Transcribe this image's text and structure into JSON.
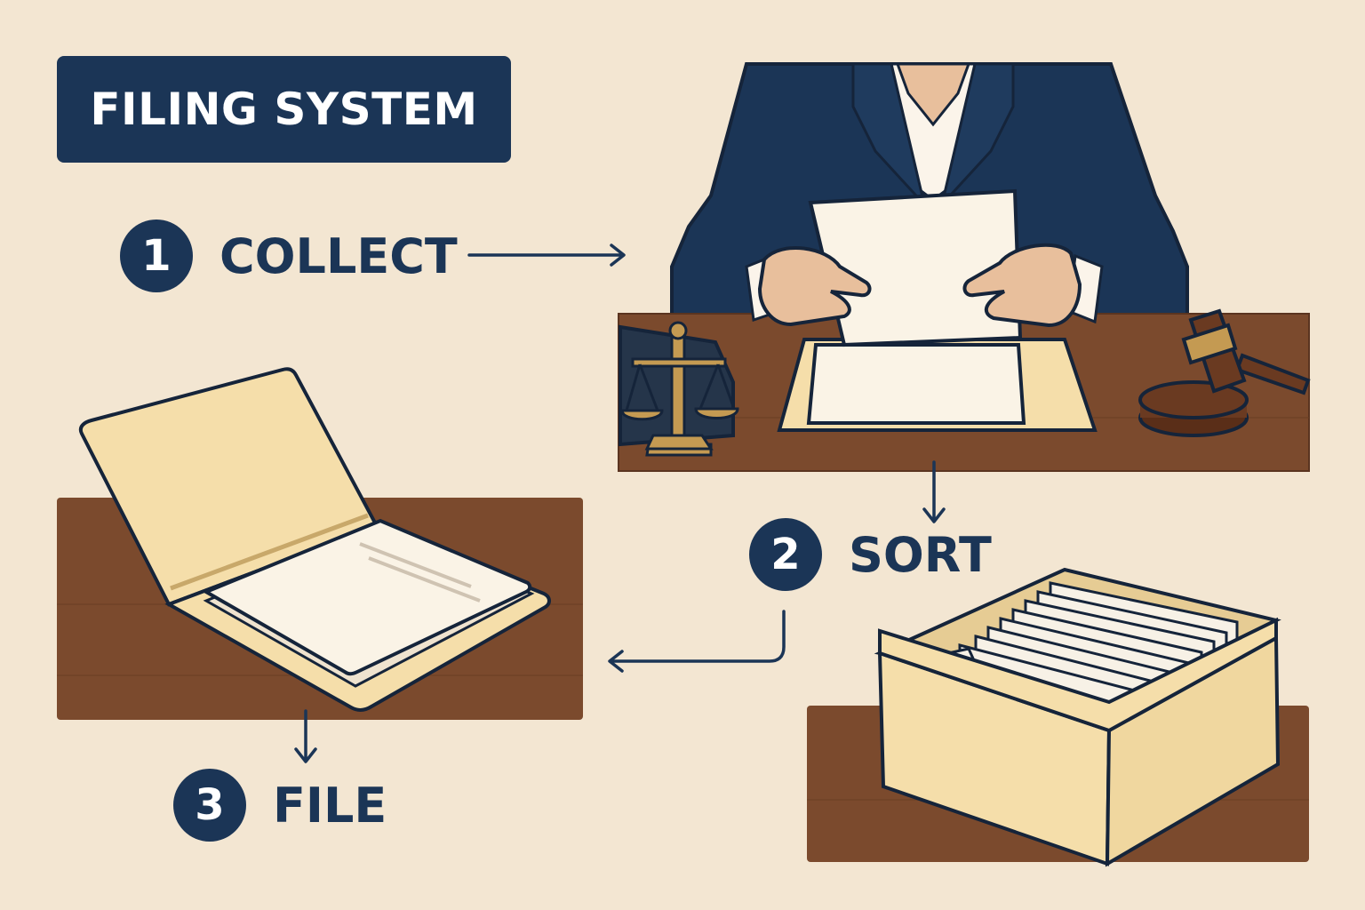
{
  "title": "FILING SYSTEM",
  "steps": [
    {
      "number": "1",
      "label": "COLLECT"
    },
    {
      "number": "2",
      "label": "SORT"
    },
    {
      "number": "3",
      "label": "FILE"
    }
  ],
  "colors": {
    "background": "#f3e6d2",
    "navy": "#1b3556",
    "desk": "#7b4a2d",
    "manila": "#f5deaa",
    "paper": "#faf3e6",
    "skin": "#e8bf9c",
    "brass": "#c49a52",
    "gavel": "#6a3a21"
  }
}
